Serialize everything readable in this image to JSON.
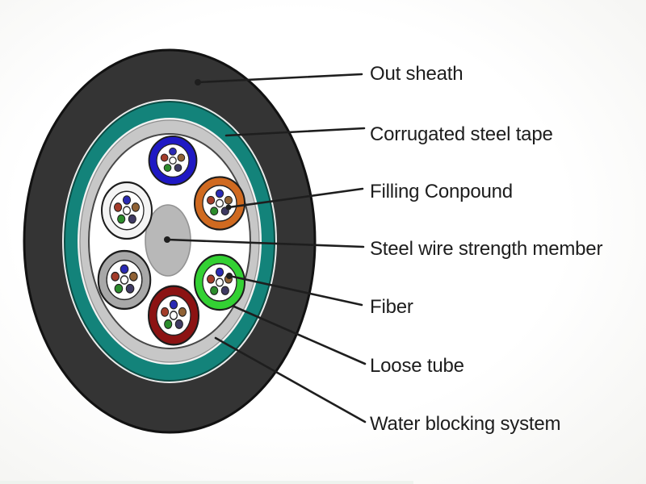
{
  "diagram": {
    "type": "fiber-optic-cable-cross-section",
    "labels": [
      {
        "id": "out-sheath",
        "text": "Out sheath"
      },
      {
        "id": "corrugated-steel-tape",
        "text": "Corrugated steel tape"
      },
      {
        "id": "filling-compound",
        "text": "Filling Conpound"
      },
      {
        "id": "steel-wire-strength-member",
        "text": "Steel wire strength member"
      },
      {
        "id": "fiber",
        "text": "Fiber"
      },
      {
        "id": "loose-tube",
        "text": "Loose tube"
      },
      {
        "id": "water-blocking-system",
        "text": "Water blocking system"
      }
    ],
    "loose_tubes": [
      {
        "position": "top",
        "color": "blue"
      },
      {
        "position": "upper-right",
        "color": "orange"
      },
      {
        "position": "lower-right",
        "color": "green"
      },
      {
        "position": "bottom",
        "color": "dark-red"
      },
      {
        "position": "lower-left",
        "color": "gray"
      },
      {
        "position": "upper-left",
        "color": "white"
      }
    ],
    "fibers_per_tube": 6,
    "colors": {
      "background": "#fbfbf9",
      "text": "#1d1d1d",
      "leader_line": "#1e1e1e",
      "outer_sheath": "#343434",
      "outer_sheath_edge": "#121212",
      "sheath_liner": "#ebebeb",
      "corrugated_steel_tape": "#13837a",
      "corrugated_steel_tape_edge": "#0a4d45",
      "water_blocking_layer": "#c7c7c7",
      "water_blocking_edge": "#8f8f8f",
      "cable_interior": "#ffffff",
      "cable_interior_edge": "#474747",
      "strength_member": "#b8b8b8",
      "strength_member_edge": "#939393",
      "tube_outline": "#1c1c1c",
      "tube_blue": "#1f19c4",
      "tube_orange": "#d06a20",
      "tube_green": "#33d133",
      "tube_dark_red": "#8c1313",
      "tube_gray": "#a8a8a8",
      "tube_white": "#f4f4f4",
      "fiber_blue": "#2a2ab4",
      "fiber_red": "#a33c2a",
      "fiber_brown": "#8f6134",
      "fiber_green": "#2c8c2c",
      "fiber_dark": "#3f3a63",
      "fiber_center": "#ffffff"
    }
  }
}
